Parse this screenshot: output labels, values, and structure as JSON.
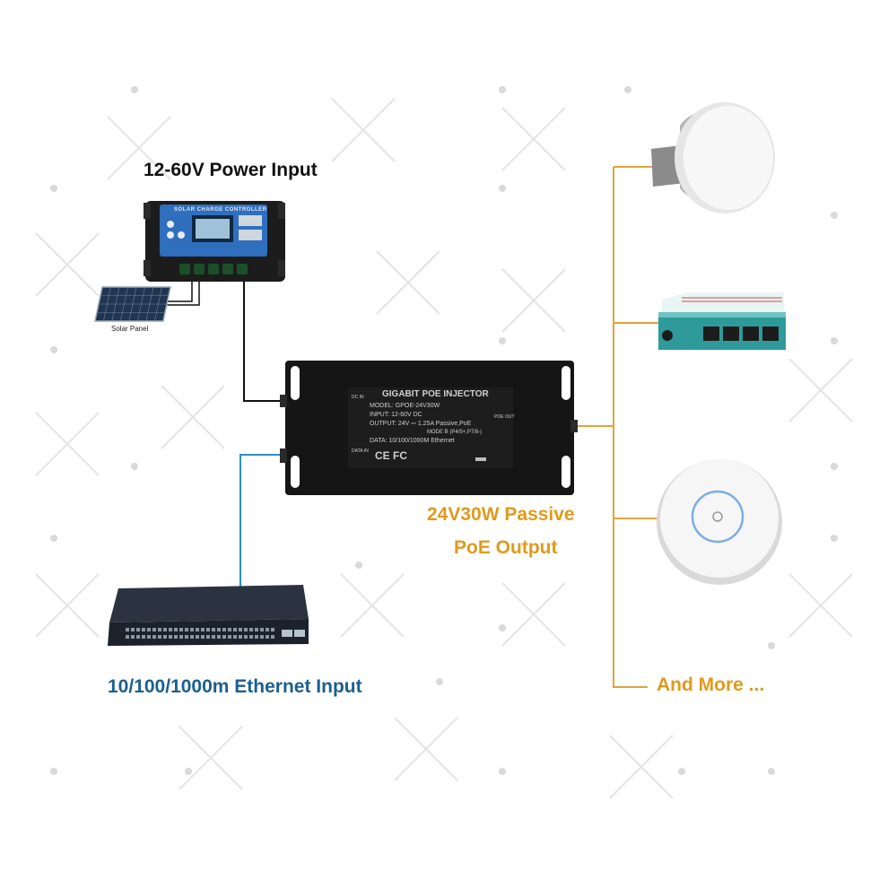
{
  "labels": {
    "power_input": "12-60V Power Input",
    "solar_panel": "Solar Panel",
    "poe_output_line1": "24V30W Passive",
    "poe_output_line2": "PoE Output",
    "ethernet_input": "10/100/1000m Ethernet Input",
    "and_more": "And More ..."
  },
  "charge_controller": {
    "header": "SOLAR CHARGE CONTROLLER"
  },
  "injector": {
    "title": "GIGABIT POE INJECTOR",
    "model": "MODEL:  GPOE-24V30W",
    "input": "INPUT:  12-60V DC",
    "output": "OUTPUT: 24V ⎓ 1.25A  Passive,PoE",
    "mode": "MODE B (P4/5+,P7/8-)",
    "data": "DATA: 10/100/1000M Ethernet",
    "dc_in": "DC IN",
    "data_in": "DATA IN",
    "poe_out": "POE OUT",
    "marks": "CE   FC"
  },
  "colors": {
    "ethernet_wire": "#2b8fc7",
    "ethernet_text": "#1b5f8f",
    "poe_wire": "#e0a43a",
    "poe_text": "#e09a1c",
    "power_wire": "#111111",
    "injector_body": "#151515"
  }
}
